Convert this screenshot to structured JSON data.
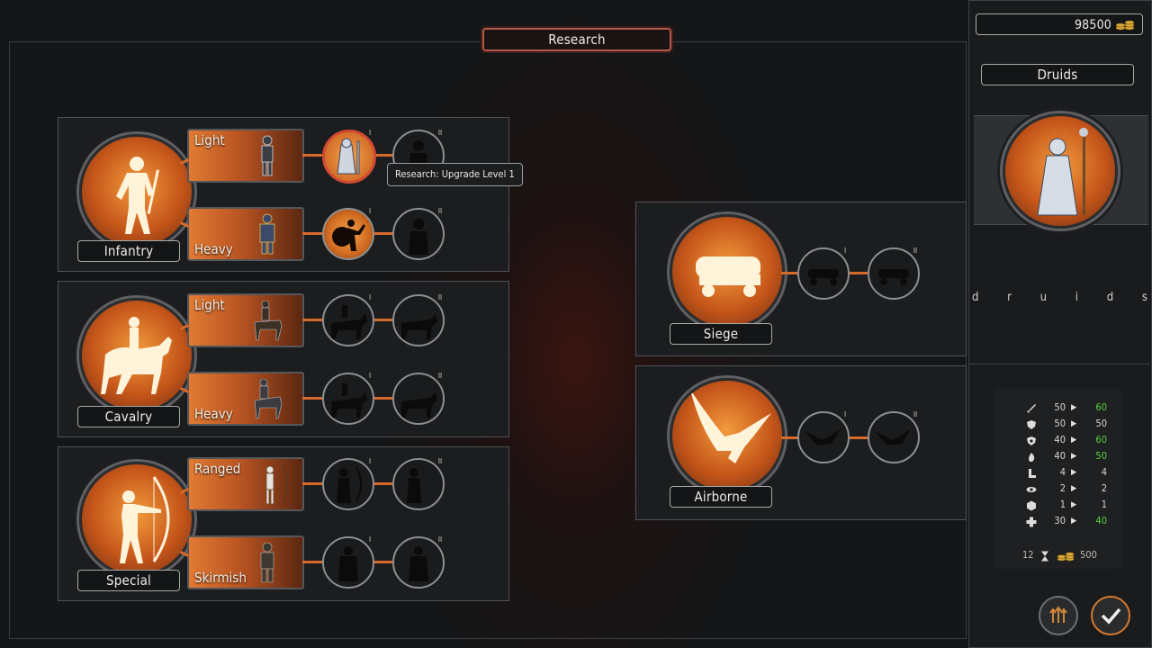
{
  "header": {
    "title": "Research"
  },
  "gold": {
    "amount": "98500"
  },
  "faction": {
    "name": "Druids",
    "subtitle": "d r u i d s"
  },
  "categories": [
    {
      "label": "Infantry",
      "units": [
        {
          "label": "Light"
        },
        {
          "label": "Heavy"
        }
      ]
    },
    {
      "label": "Cavalry",
      "units": [
        {
          "label": "Light"
        },
        {
          "label": "Heavy"
        }
      ]
    },
    {
      "label": "Special",
      "units": [
        {
          "label": "Ranged"
        },
        {
          "label": "Skirmish"
        }
      ]
    },
    {
      "label": "Siege"
    },
    {
      "label": "Airborne"
    }
  ],
  "level_tags": {
    "one": "I",
    "two": "II"
  },
  "tooltip": {
    "text": "Research: Upgrade Level 1"
  },
  "stats": [
    {
      "icon": "sword-icon",
      "from": "50",
      "to": "60",
      "improved": true
    },
    {
      "icon": "shield-icon",
      "from": "50",
      "to": "50",
      "improved": false
    },
    {
      "icon": "armor-icon",
      "from": "40",
      "to": "60",
      "improved": true
    },
    {
      "icon": "fire-icon",
      "from": "40",
      "to": "50",
      "improved": true
    },
    {
      "icon": "boot-icon",
      "from": "4",
      "to": "4",
      "improved": false
    },
    {
      "icon": "eye-icon",
      "from": "2",
      "to": "2",
      "improved": false
    },
    {
      "icon": "hexagon-icon",
      "from": "1",
      "to": "1",
      "improved": false
    },
    {
      "icon": "health-icon",
      "from": "30",
      "to": "40",
      "improved": true
    }
  ],
  "cost": {
    "time": "12",
    "gold": "500"
  },
  "colors": {
    "accent": "#d66a2a",
    "selected_border": "#d04a34",
    "improved": "#58d23c"
  }
}
